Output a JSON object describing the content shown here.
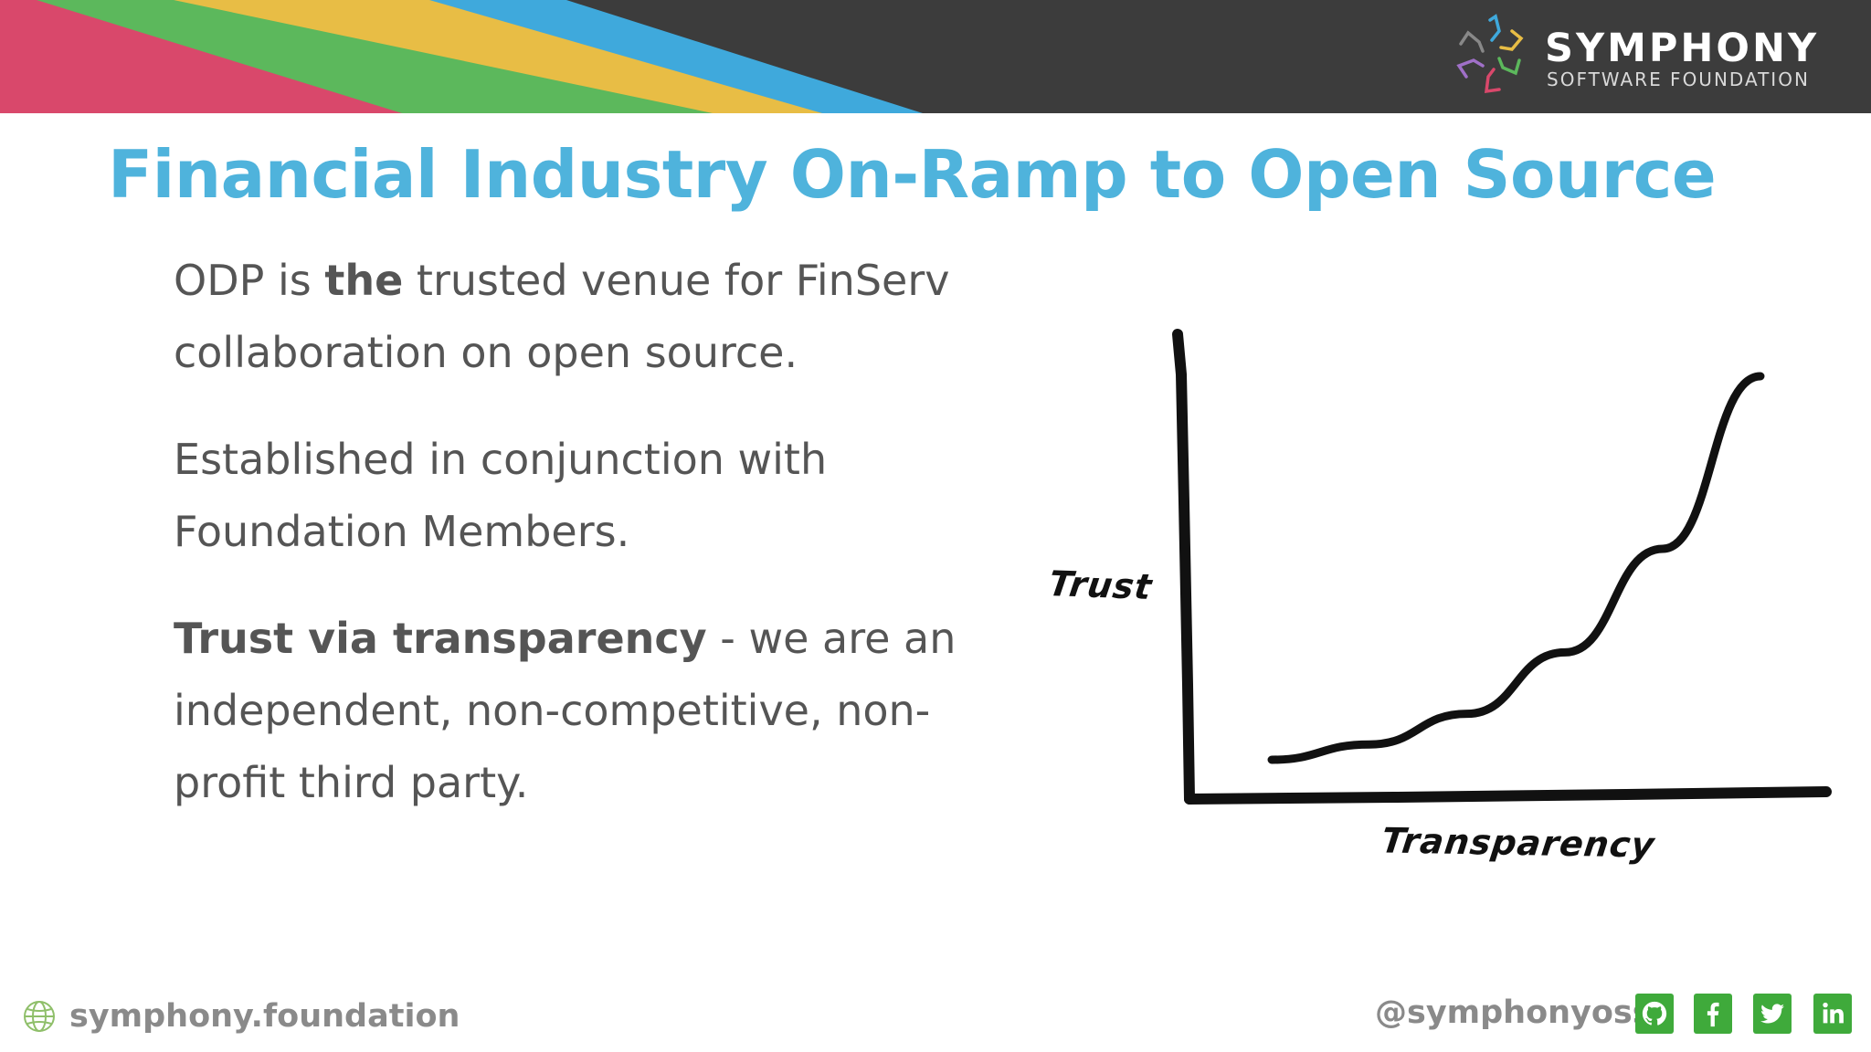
{
  "brand": {
    "name": "SYMPHONY",
    "subtitle": "SOFTWARE FOUNDATION"
  },
  "slide": {
    "title": "Financial Industry On-Ramp to Open Source",
    "paragraphs": [
      {
        "segments": [
          {
            "text": "ODP is ",
            "bold": false
          },
          {
            "text": "the",
            "bold": true
          },
          {
            "text": " trusted venue for FinServ collaboration on open source.",
            "bold": false
          }
        ]
      },
      {
        "segments": [
          {
            "text": "Established in conjunction with Foundation Members.",
            "bold": false
          }
        ]
      },
      {
        "segments": [
          {
            "text": "Trust via transparency",
            "bold": true
          },
          {
            "text": " - we are an independent, non-competitive, non-profit third party.",
            "bold": false
          }
        ]
      }
    ]
  },
  "chart_data": {
    "type": "line",
    "title": "",
    "xlabel": "Transparency",
    "ylabel": "Trust",
    "series": [
      {
        "x": [
          0.0,
          0.2,
          0.4,
          0.6,
          0.8,
          1.0
        ],
        "values": [
          0.0,
          0.04,
          0.12,
          0.28,
          0.55,
          1.0
        ]
      }
    ],
    "grid": false
  },
  "footer": {
    "website": "symphony.foundation",
    "handle": "@symphonyoss",
    "social": [
      "github",
      "facebook",
      "twitter",
      "linkedin"
    ]
  },
  "icons": {
    "globe": "globe-icon",
    "github": "github-icon",
    "facebook": "facebook-icon",
    "twitter": "twitter-icon",
    "linkedin": "linkedin-icon",
    "logo": "symphony-logo-icon"
  },
  "colors": {
    "title": "#4fb3dc",
    "body_text": "#555555",
    "header_dark": "#3c3c3c",
    "stripe_pink": "#d9486b",
    "stripe_green": "#5cb85c",
    "stripe_yellow": "#e8bd45",
    "stripe_blue": "#3fa9dc",
    "social_green": "#3faa3b",
    "footer_text": "#8a8a8a"
  }
}
